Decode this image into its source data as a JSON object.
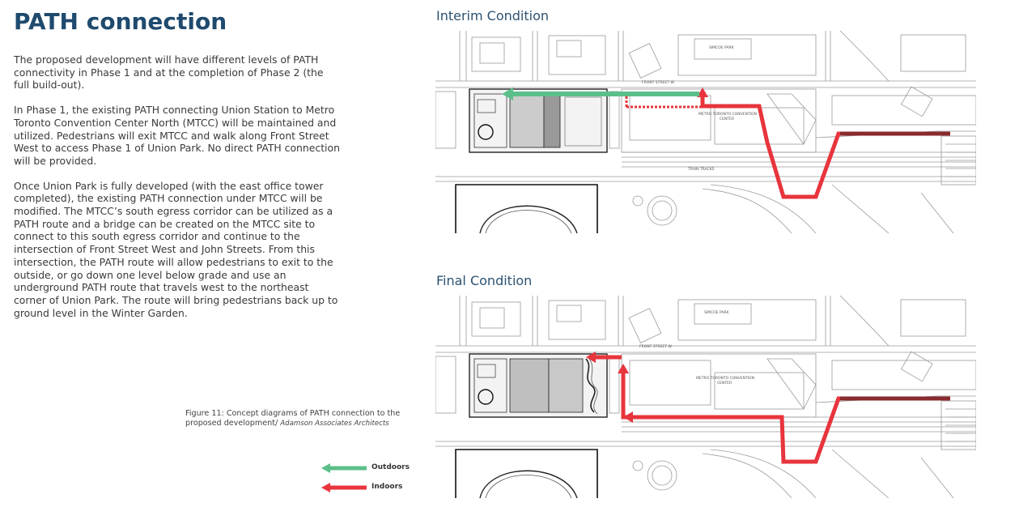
{
  "page": {
    "title": "PATH connection",
    "paragraphs": [
      "The proposed development will have different levels of PATH connectivity in Phase 1 and at the completion of Phase 2 (the full build-out).",
      "In Phase 1, the existing PATH connecting Union Station to Metro Toronto Convention Center North (MTCC) will be maintained and utilized. Pedestrians will exit MTCC and walk along Front Street West to access Phase 1 of Union Park. No direct PATH connection will be provided.",
      "Once Union Park is fully developed (with the east office tower completed), the existing PATH connection under MTCC will be modified. The MTCC’s south egress corridor can be utilized as a PATH route and a bridge can be created on the MTCC site to connect to this south egress corridor and continue to the intersection of Front Street West and John Streets. From this intersection, the PATH route will allow pedestrians to exit to the outside, or go down one level below grade and use an underground PATH route that travels west to the northeast corner of Union Park. The route will bring pedestrians back up to ground level in the Winter Garden."
    ]
  },
  "figure": {
    "caption_main": "Figure 11: Concept diagrams of PATH connection to the proposed development/",
    "caption_credit": "Adamson Associates Architects"
  },
  "legend": [
    {
      "label": "Outdoors",
      "color": "#5cbf8a"
    },
    {
      "label": "Indoors",
      "color": "#e8343c"
    }
  ],
  "panels": [
    {
      "title": "Interim Condition"
    },
    {
      "title": "Final Condition"
    }
  ],
  "map_labels": {
    "simcoe_park": "SIMCOE PARK",
    "front_street": "FRONT STREET W.",
    "mtcc_line1": "METRO TORONTO CONVENTION",
    "mtcc_line2": "CENTER",
    "train_tracks": "TRAIN TRACKS"
  }
}
